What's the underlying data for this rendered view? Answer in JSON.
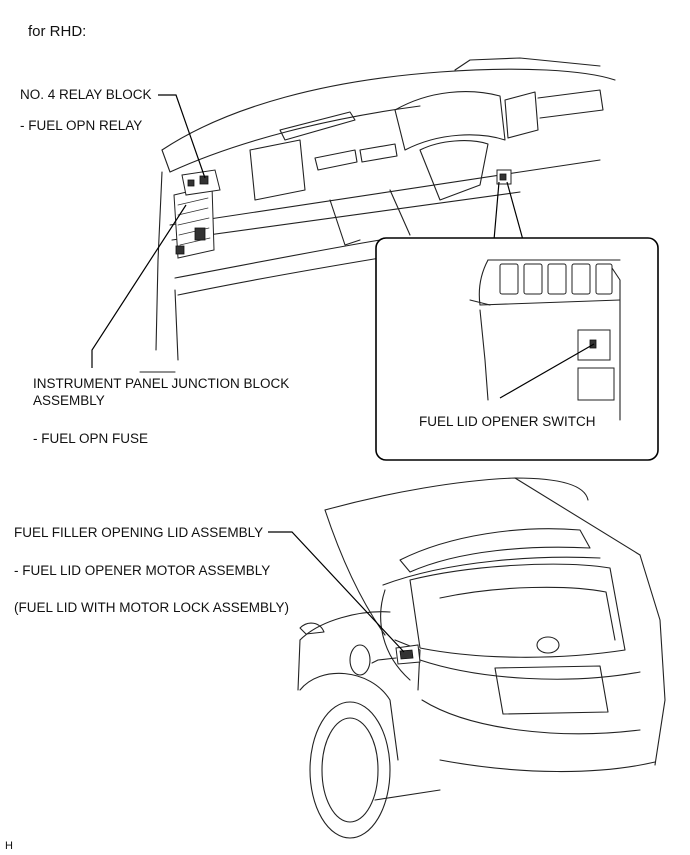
{
  "header": {
    "title": "for RHD:"
  },
  "labels": {
    "relay_block": "NO. 4 RELAY BLOCK",
    "relay": "- FUEL OPN RELAY",
    "junction_block_line1": "INSTRUMENT PANEL JUNCTION BLOCK",
    "junction_block_line2": "ASSEMBLY",
    "fuse": "- FUEL OPN FUSE",
    "opener_switch": "FUEL LID OPENER SWITCH",
    "lid_assembly": "FUEL FILLER OPENING LID ASSEMBLY",
    "motor_assembly": "- FUEL LID OPENER MOTOR ASSEMBLY",
    "motor_lock": "(FUEL LID WITH MOTOR LOCK ASSEMBLY)"
  },
  "footer": {
    "code": "H"
  },
  "colors": {
    "line": "#222222",
    "text": "#111111",
    "background": "#ffffff"
  }
}
